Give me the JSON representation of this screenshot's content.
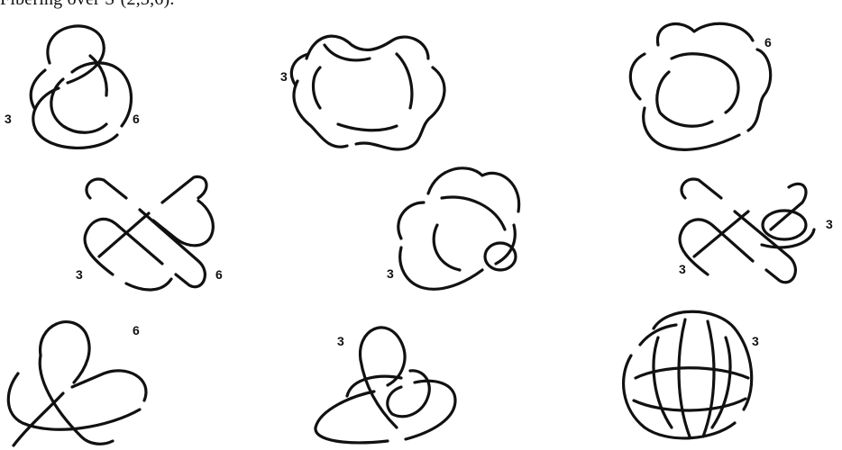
{
  "caption": "Fibering over S¹(2,3,6).",
  "colors": {
    "ink": "#111111",
    "paper": "#ffffff"
  },
  "knots": [
    {
      "id": "knot-r1c1",
      "labels": [
        "3",
        "6"
      ]
    },
    {
      "id": "knot-r1c2",
      "labels": [
        "3"
      ]
    },
    {
      "id": "knot-r1c3",
      "labels": [
        "6"
      ]
    },
    {
      "id": "knot-r2c1",
      "labels": [
        "3",
        "6"
      ]
    },
    {
      "id": "knot-r2c2",
      "labels": [
        "3"
      ]
    },
    {
      "id": "knot-r2c3",
      "labels": [
        "3",
        "3"
      ]
    },
    {
      "id": "knot-r3c1",
      "labels": [
        "6"
      ]
    },
    {
      "id": "knot-r3c2",
      "labels": [
        "3"
      ]
    },
    {
      "id": "knot-r3c3",
      "labels": [
        "3"
      ]
    }
  ]
}
